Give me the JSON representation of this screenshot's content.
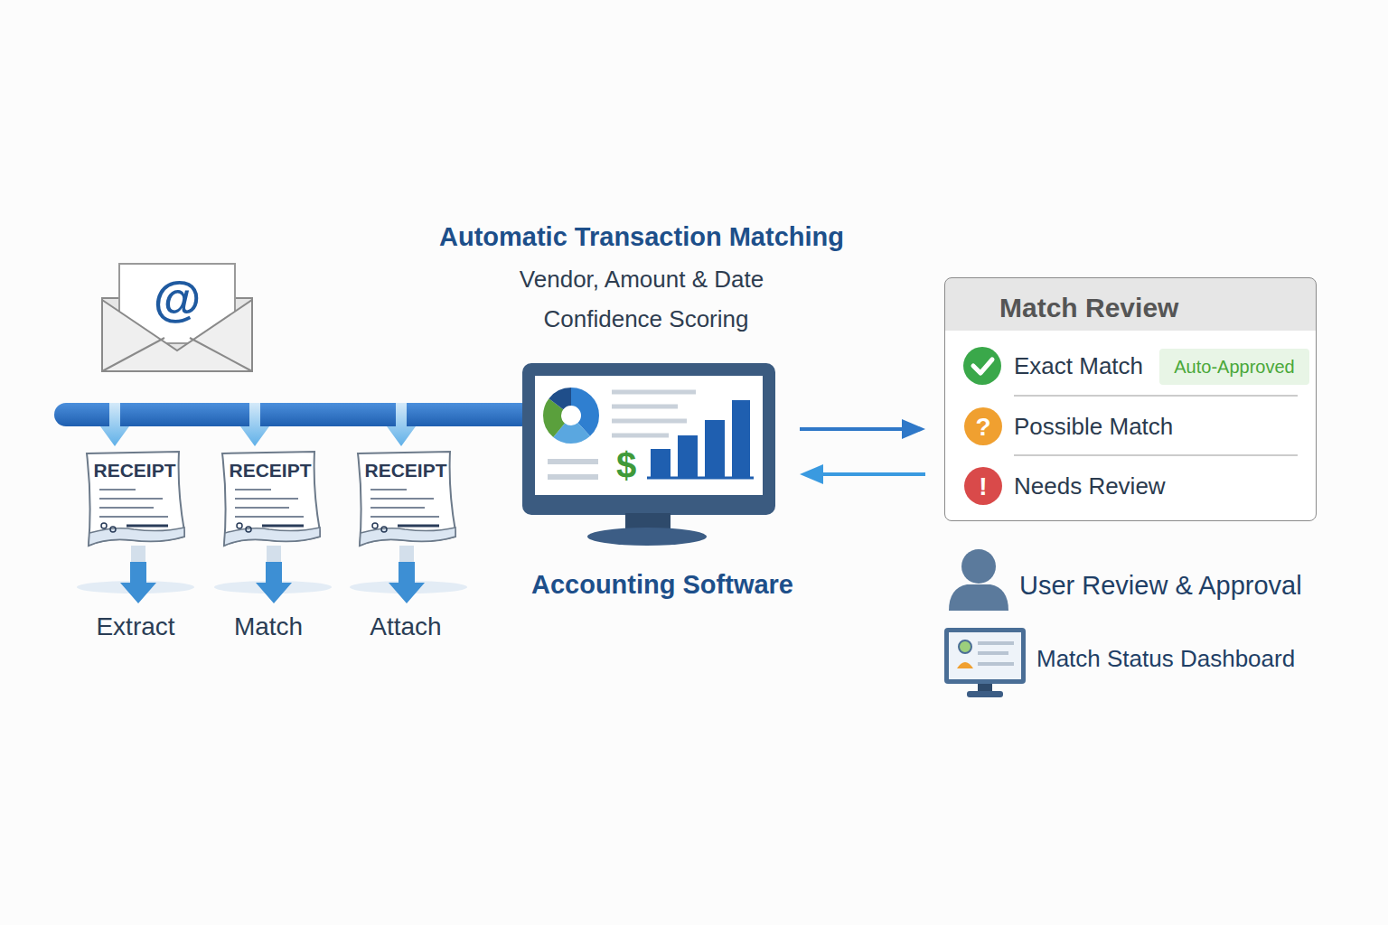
{
  "diagram": {
    "title": "Automatic Transaction Matching",
    "nodes": [
      {
        "text": [
          "@"
        ]
      },
      {
        "text": [
          "RECEIPT"
        ]
      },
      {
        "text": [
          "RECEIPT"
        ]
      },
      {
        "text": [
          "RECEIPT"
        ]
      },
      {
        "text": [
          "Accounting Software"
        ]
      },
      {
        "text": [
          "Match Review",
          "Exact Match",
          "Possible Match",
          "Needs Review"
        ]
      },
      {
        "text": [
          "Auto-Approved"
        ],
        "in": 5
      },
      {
        "text": [
          "?"
        ],
        "in": 5
      },
      {
        "text": [
          "!"
        ],
        "in": 5
      }
    ],
    "edges": [
      {
        "from": 4,
        "to": 5,
        "arrow": "to"
      },
      {
        "from": 5,
        "to": 4,
        "arrow": "to"
      }
    ],
    "labels": [
      "Vendor, Amount & Date",
      "Confidence Scoring",
      "$",
      "Extract",
      "Match",
      "Attach",
      "User Review & Approval",
      "Match Status Dashboard"
    ]
  }
}
